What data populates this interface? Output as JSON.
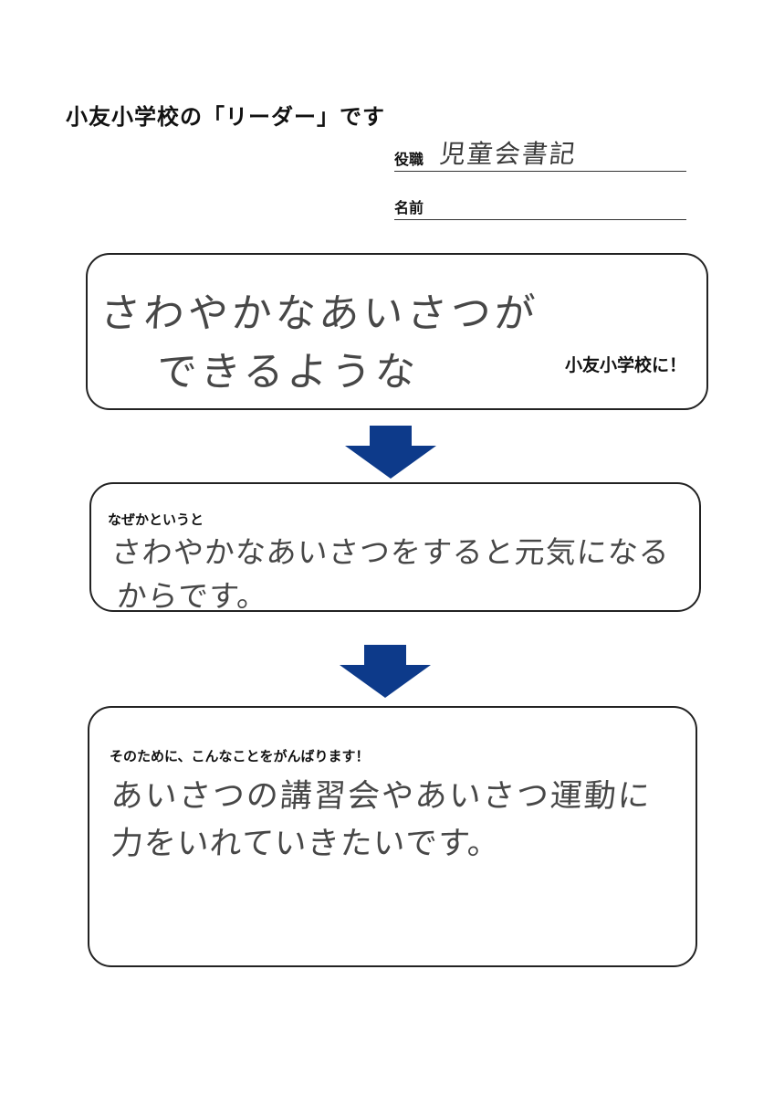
{
  "header": {
    "title": "小友小学校の「リーダー」です"
  },
  "fields": {
    "role_label": "役職",
    "role_value": "児童会書記",
    "name_label": "名前",
    "name_value": ""
  },
  "goal_box": {
    "line1": "さわやかなあいさつが",
    "line2": "できるような",
    "tag": "小友小学校に！"
  },
  "reason_box": {
    "label": "なぜかというと",
    "line1": "さわやかなあいさつをすると元気になる",
    "line2": "からです。"
  },
  "action_box": {
    "label": "そのために、こんなことをがんばります！",
    "line1": "あいさつの講習会やあいさつ運動に",
    "line2": "力をいれていきたいです。"
  },
  "colors": {
    "arrow": "#0d3a8a",
    "border": "#222222",
    "handwriting": "#474747"
  },
  "icons": {
    "arrow": "down-arrow-icon"
  }
}
